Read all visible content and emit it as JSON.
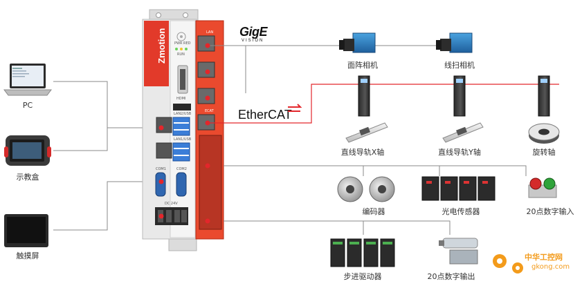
{
  "labels": {
    "pc": "PC",
    "teach_pendant": "示教盒",
    "touchscreen": "触摸屏",
    "area_camera": "面阵相机",
    "line_camera": "线扫相机",
    "linear_x": "直线导轨X轴",
    "linear_y": "直线导轨Y轴",
    "rotary": "旋转轴",
    "encoder": "编码器",
    "photo_sensor": "光电传感器",
    "digital_in": "20点数字输入",
    "stepper": "步进驱动器",
    "digital_out": "20点数字输出"
  },
  "controller": {
    "brand": "Zmotion",
    "pwr_label": "PWR RED",
    "run_label": "RUN",
    "hdmi_label": "HDMI",
    "lan_usb_top": "LAN2/USB",
    "lan_usb_bottom": "LAN1/USB",
    "com1": "COM1",
    "com2": "COM2",
    "power_label": "DC 24V",
    "lan_label": "LAN",
    "ecat_label": "ECAT"
  },
  "logos": {
    "gige": "GigE",
    "gige_sub": "VISION",
    "ethercat": "EtherCAT"
  },
  "watermark": {
    "site_cn": "中华工控网",
    "site_url": "gkong.com"
  },
  "colors": {
    "accent_red": "#e3262b",
    "wire_gray": "#8a8a8a",
    "controller_orange": "#ea4a2e"
  }
}
